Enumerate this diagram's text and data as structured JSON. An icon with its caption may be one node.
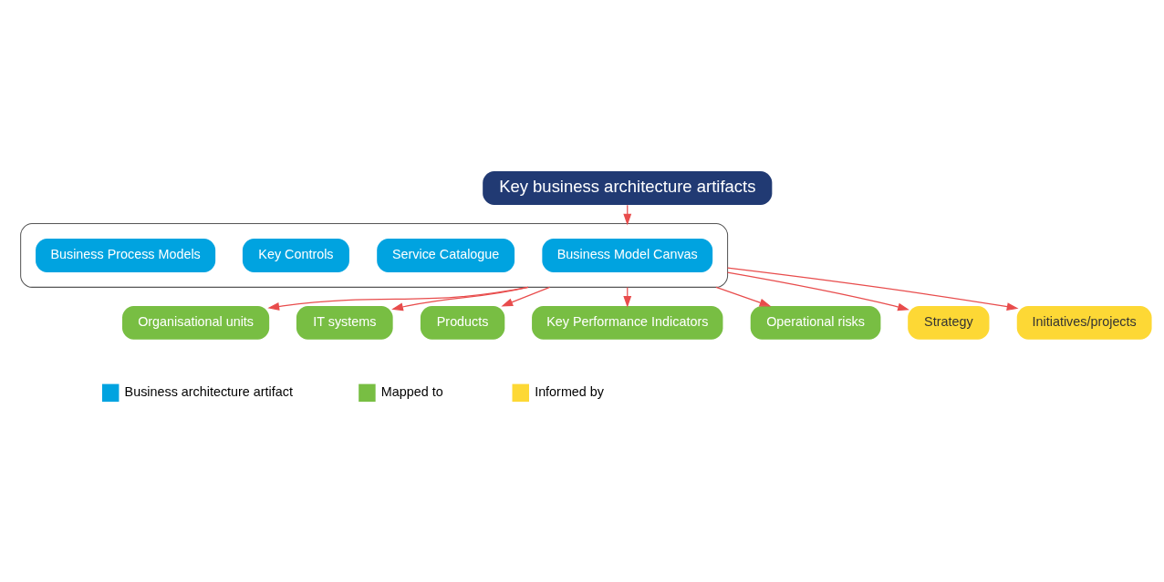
{
  "diagram": {
    "nodes": [
      {
        "text": [
          "Key business architecture artifacts"
        ]
      },
      {
        "text": [],
        "shape": "box"
      },
      {
        "text": [
          "Business Model Canvas"
        ],
        "in": 1
      },
      {
        "text": [
          "Service Catalogue"
        ],
        "in": 1
      },
      {
        "text": [
          "Key Controls"
        ],
        "in": 1
      },
      {
        "text": [
          "Business Process Models"
        ],
        "in": 1
      },
      {
        "text": [
          "Organisational units"
        ]
      },
      {
        "text": [
          "IT systems"
        ]
      },
      {
        "text": [
          "Products"
        ]
      },
      {
        "text": [
          "Key Performance Indicators"
        ]
      },
      {
        "text": [
          "Operational risks"
        ]
      },
      {
        "text": [
          "Strategy"
        ]
      },
      {
        "text": [
          "Initiatives/projects"
        ]
      }
    ],
    "edges": [
      {
        "from": 0,
        "to": 1,
        "arrow": "to"
      },
      {
        "from": 1,
        "to": 6,
        "arrow": "to"
      },
      {
        "from": 1,
        "to": 7,
        "arrow": "to"
      },
      {
        "from": 1,
        "to": 8,
        "arrow": "to"
      },
      {
        "from": 1,
        "to": 9,
        "arrow": "to"
      },
      {
        "from": 1,
        "to": 10,
        "arrow": "to"
      },
      {
        "from": 1,
        "to": 11,
        "arrow": "to"
      },
      {
        "from": 1,
        "to": 12,
        "arrow": "to"
      }
    ],
    "legend": [
      {
        "text": "Business architecture artifact",
        "color": "#00a3e0"
      },
      {
        "text": "Mapped to",
        "color": "#78be43"
      },
      {
        "text": "Informed by",
        "color": "#fdd835"
      }
    ]
  }
}
